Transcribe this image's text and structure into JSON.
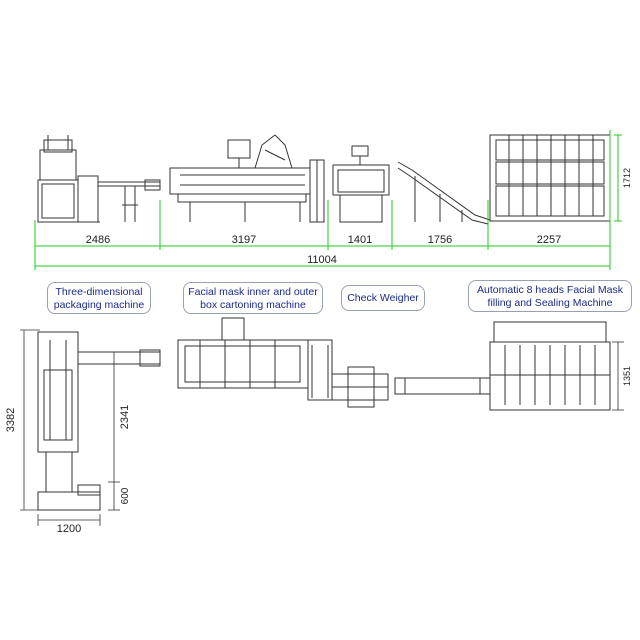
{
  "colors": {
    "dimension_line": "#22cc22",
    "machine_line": "#333333",
    "label_text": "#1c2a8a",
    "label_border": "#9aa0b4"
  },
  "labels": {
    "packaging": "Three-dimensional packaging machine",
    "cartoning": "Facial mask inner and outer box cartoning machine",
    "weigher": "Check Weigher",
    "filling": "Automatic 8 heads Facial Mask filling and Sealing Machine"
  },
  "dimensions": {
    "front_packaging_length": "2486",
    "front_cartoning_length": "3197",
    "front_weigher_length": "1401",
    "front_conveyor_length": "1756",
    "front_filling_length": "2257",
    "front_filling_height": "1712",
    "total_length": "11004",
    "plan_total_width": "3382",
    "plan_packaging_width": "2341",
    "plan_base_width": "600",
    "plan_base_length": "1200",
    "plan_filling_depth": "1351"
  }
}
